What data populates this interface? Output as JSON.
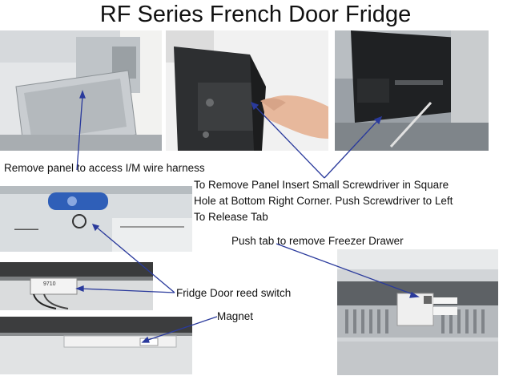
{
  "slide": {
    "title": "RF Series French Door Fridge"
  },
  "captions": {
    "remove_panel": "Remove panel to access I/M wire harness",
    "screwdriver_line1": "To Remove Panel Insert Small Screwdriver in Square",
    "screwdriver_line2": "Hole at Bottom Right Corner. Push Screwdriver to Left",
    "screwdriver_line3": "To Release Tab",
    "push_tab": "Push tab to remove Freezer Drawer",
    "reed_switch": "Fridge Door reed switch",
    "magnet": "Magnet"
  },
  "photo_labels": {
    "reed_switch_tag": "9710"
  },
  "colors": {
    "pointer_line": "#2a3a9c",
    "text": "#111111"
  }
}
